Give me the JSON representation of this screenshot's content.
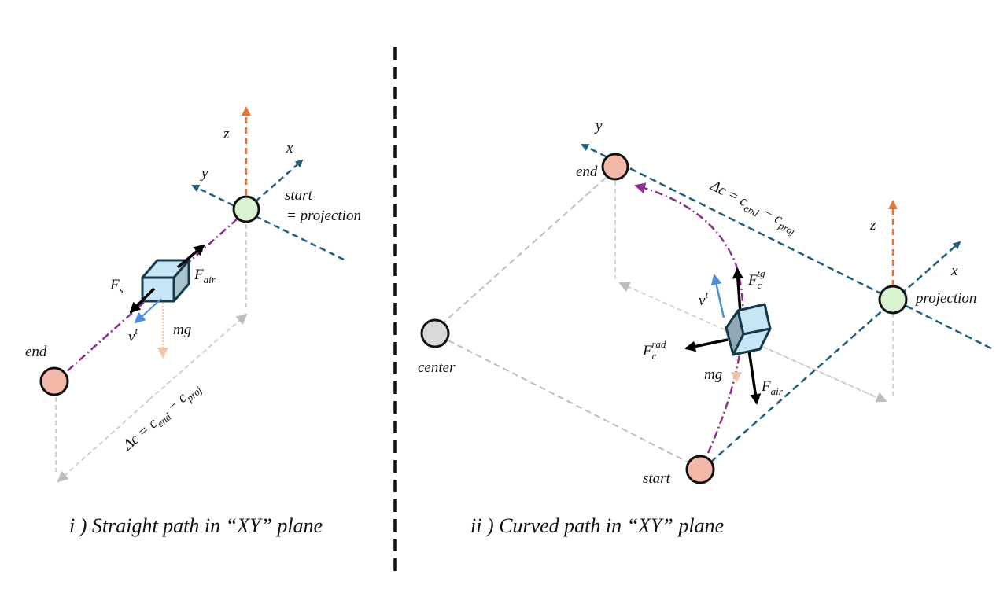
{
  "colors": {
    "axis_teal": "#1f5f7f",
    "axis_z_orange": "#e8733a",
    "path_purple": "#8b2f8f",
    "ref_gray": "#b8b8b8",
    "node_green": "#d9f2d0",
    "node_salmon": "#f4b8a8",
    "node_gray": "#d9d9d9",
    "cube_fill": "#c6e6f6",
    "cube_stroke": "#15394a",
    "velocity_blue": "#4a90d9",
    "gravity_peach": "#f2c4a8"
  },
  "left": {
    "caption": "i ) Straight path in “XY” plane",
    "axis_z": "z⃗",
    "axis_x": "x⃗",
    "axis_y": "y⃗",
    "start_label": "start",
    "projection_label": "= projection",
    "end_label": "end",
    "f_air": {
      "base": "F",
      "sub": "air"
    },
    "f_s": {
      "base": "F",
      "sub": "s"
    },
    "v_t": {
      "base": "v",
      "sup": "t"
    },
    "mg": "mg",
    "delta_c": {
      "lhs": "Δc = c",
      "sub1": "end",
      "mid": " − c",
      "sub2": "proj"
    }
  },
  "right": {
    "caption": "ii ) Curved path in “XY” plane",
    "axis_z": "z⃗",
    "axis_x": "x⃗",
    "axis_y": "y⃗",
    "end_label": "end",
    "center_label": "center",
    "start_label": "start",
    "projection_label": "projection",
    "f_c_tg": {
      "base": "F",
      "sub": "c",
      "sup": "tg"
    },
    "f_c_rad": {
      "base": "F",
      "sub": "c",
      "sup": "rad"
    },
    "f_air": {
      "base": "F",
      "sub": "air"
    },
    "v_t": {
      "base": "v",
      "sup": "t"
    },
    "mg": "mg",
    "delta_c": {
      "lhs": "Δc = c",
      "sub1": "end",
      "mid": " − c",
      "sub2": "proj"
    }
  }
}
